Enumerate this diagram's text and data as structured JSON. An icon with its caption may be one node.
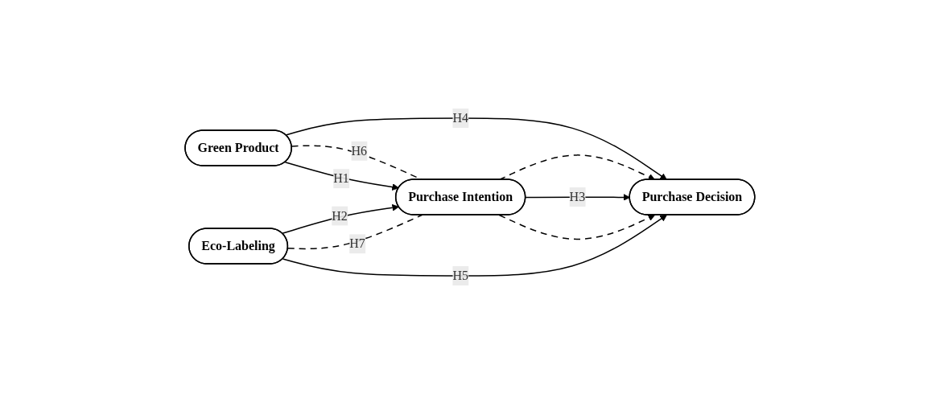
{
  "diagram": {
    "nodes": [
      {
        "text": [
          "Green Product"
        ]
      },
      {
        "text": [
          "Purchase Intention"
        ]
      },
      {
        "text": [
          "Purchase Decision"
        ]
      },
      {
        "text": [
          "Eco-Labeling"
        ]
      }
    ],
    "edges": [
      {
        "from": 0,
        "to": 2,
        "arrow": "to",
        "label": "H4"
      },
      {
        "from": 0,
        "to": 1,
        "arrow": "none",
        "label": "H6",
        "style": "dashed"
      },
      {
        "from": 0,
        "to": 1,
        "arrow": "to",
        "label": "H1"
      },
      {
        "from": 1,
        "to": 2,
        "arrow": "to",
        "style": "dashed"
      },
      {
        "from": 1,
        "to": 2,
        "arrow": "to",
        "label": "H3"
      },
      {
        "from": 1,
        "to": 2,
        "arrow": "to",
        "style": "dashed"
      },
      {
        "from": 3,
        "to": 1,
        "arrow": "to",
        "label": "H2"
      },
      {
        "from": 3,
        "to": 1,
        "arrow": "none",
        "label": "H7",
        "style": "dashed"
      },
      {
        "from": 3,
        "to": 2,
        "arrow": "to",
        "label": "H5"
      }
    ]
  }
}
